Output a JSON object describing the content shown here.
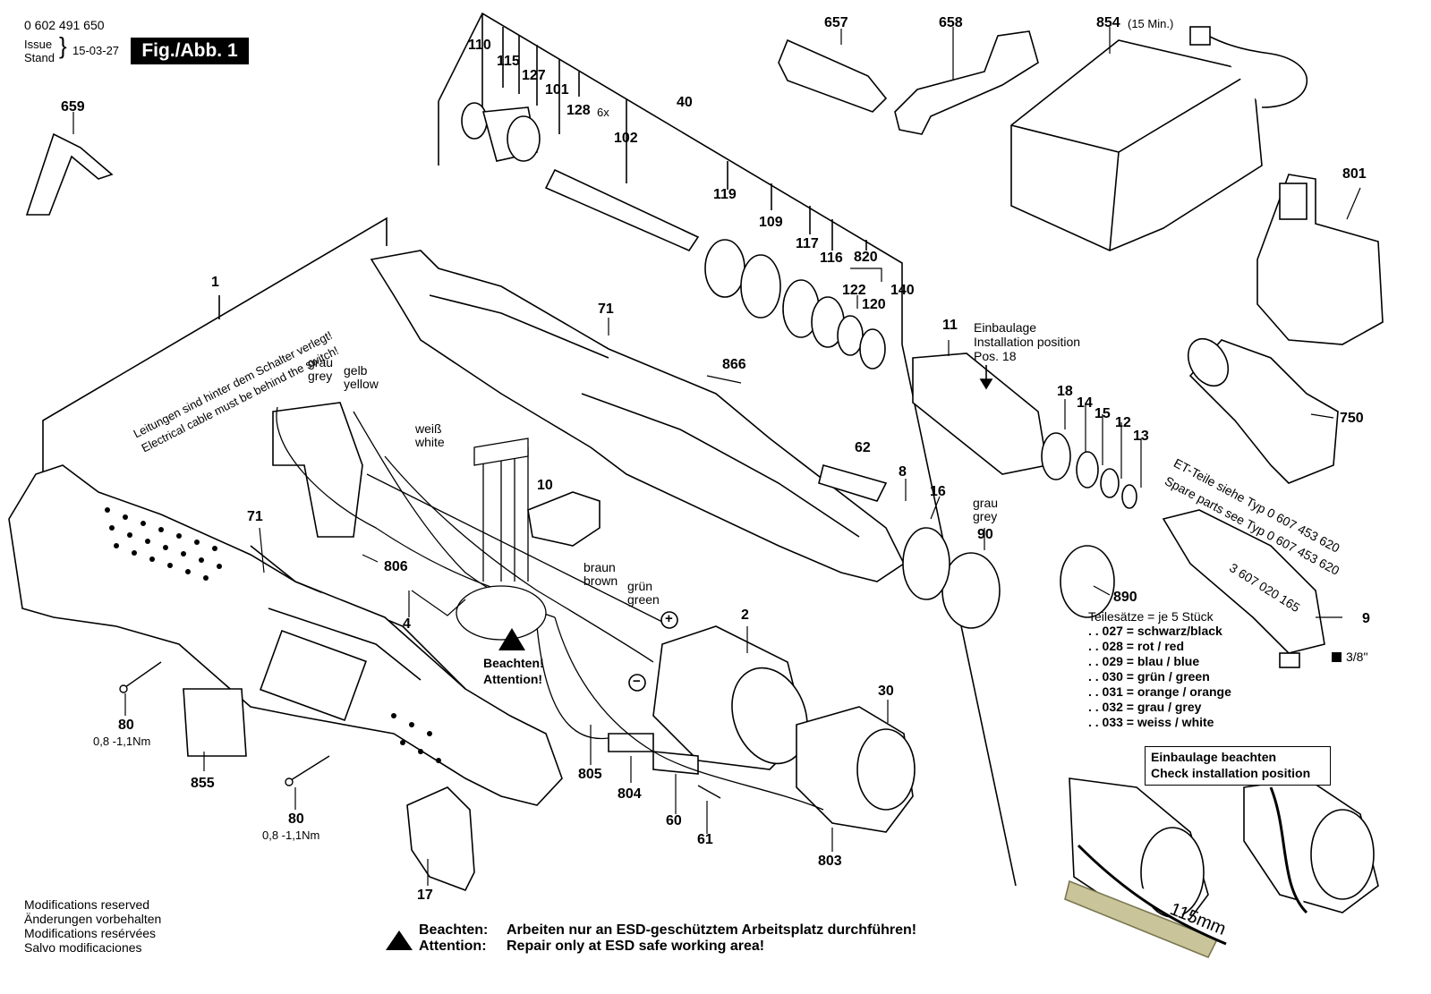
{
  "header": {
    "part_number": "0 602 491 650",
    "issue_label": "Issue",
    "stand_label": "Stand",
    "issue_date": "15-03-27",
    "figure_label": "Fig./Abb. 1"
  },
  "parts": {
    "p1": "1",
    "p2": "2",
    "p4": "4",
    "p8": "8",
    "p9": "9",
    "p10": "10",
    "p11": "11",
    "p12": "12",
    "p13": "13",
    "p14": "14",
    "p15": "15",
    "p16": "16",
    "p17": "17",
    "p18": "18",
    "p30": "30",
    "p40": "40",
    "p60": "60",
    "p61": "61",
    "p62": "62",
    "p71a": "71",
    "p71b": "71",
    "p80a": "80",
    "p80b": "80",
    "p90": "90",
    "p101": "101",
    "p102": "102",
    "p109": "109",
    "p110": "110",
    "p115": "115",
    "p116": "116",
    "p117": "117",
    "p119": "119",
    "p120": "120",
    "p122": "122",
    "p127": "127",
    "p128": "128",
    "p128_qty": "6x",
    "p140": "140",
    "p657": "657",
    "p658": "658",
    "p659": "659",
    "p750": "750",
    "p801": "801",
    "p803": "803",
    "p804": "804",
    "p805": "805",
    "p806": "806",
    "p820": "820",
    "p854": "854",
    "p854_note": "(15 Min.)",
    "p855": "855",
    "p866": "866",
    "p890": "890"
  },
  "torque": {
    "a": "0,8 -1,1Nm",
    "b": "0,8 -1,1Nm"
  },
  "notes": {
    "cable_de": "Leitungen sind hinter dem Schalter verlegt!",
    "cable_en": "Electrical cable must be behind the switch!",
    "grau": "grau",
    "grey": "grey",
    "gelb": "gelb",
    "yellow": "yellow",
    "weiss": "weiß",
    "white": "white",
    "braun": "braun",
    "brown": "brown",
    "gruen": "grün",
    "green": "green",
    "grau2": "grau",
    "grey2": "grey",
    "plus": "+",
    "minus": "−",
    "beachten": "Beachten!",
    "attention": "Attention!",
    "einbaulage": "Einbaulage",
    "install_pos": "Installation position",
    "pos18": "Pos. 18",
    "et_teile": "ET-Teile siehe    Typ  0 607 453 620",
    "spare_parts": "Spare parts see  Typ  0 607 453 620",
    "angle_code": "3 607 020 165",
    "drive_size": "3/8\"",
    "check_de": "Einbaulage beachten",
    "check_en": "Check installation position",
    "measure": "115mm"
  },
  "part_sets": {
    "title": "Teilesätze = je 5 Stück",
    "items": [
      ". . 027 = schwarz/black",
      ". . 028 = rot / red",
      ". . 029 = blau / blue",
      ". . 030 = grün / green",
      ". . 031 = orange / orange",
      ". . 032 = grau / grey",
      ". . 033 = weiss / white"
    ]
  },
  "footer": {
    "mods": [
      "Modifications reserved",
      "Änderungen vorbehalten",
      "Modifications resérvées",
      "Salvo modificaciones"
    ],
    "esd_de_label": "Beachten:",
    "esd_de_text": "Arbeiten nur an ESD-geschütztem Arbeitsplatz durchführen!",
    "esd_en_label": "Attention:",
    "esd_en_text": "Repair only at ESD safe working area!"
  }
}
